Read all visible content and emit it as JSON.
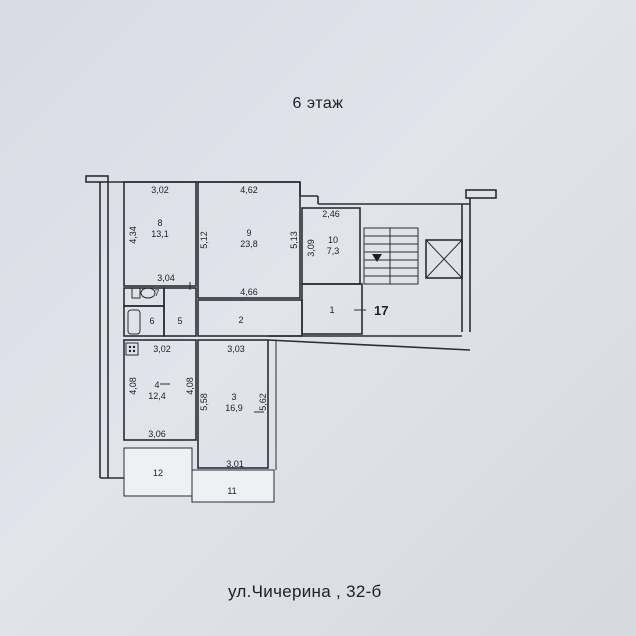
{
  "title": "6 этаж",
  "address": "ул.Чичерина , 32-б",
  "rooms": [
    {
      "number": "8",
      "area": "13,1"
    },
    {
      "number": "9",
      "area": "23,8"
    },
    {
      "number": "10",
      "area": "7,3"
    },
    {
      "number": "1"
    },
    {
      "number": "2"
    },
    {
      "number": "3",
      "area": "16,9"
    },
    {
      "number": "4",
      "area": "12,4"
    },
    {
      "number": "5"
    },
    {
      "number": "6"
    },
    {
      "number": "7"
    },
    {
      "number": "11"
    },
    {
      "number": "12"
    }
  ],
  "apartment_number": "17",
  "dimensions": {
    "d302_top": "3,02",
    "d462": "4,62",
    "d246": "2,46",
    "d434": "4,34",
    "d512": "5,12",
    "d513": "5,13",
    "d309": "3,09",
    "d304": "3,04",
    "d466": "4,66",
    "d302_mid": "3,02",
    "d303": "3,03",
    "d408_left": "4,08",
    "d408_right": "4,08",
    "d558": "5,58",
    "d562": "5,62",
    "d306": "3,06",
    "d301": "3,01"
  }
}
